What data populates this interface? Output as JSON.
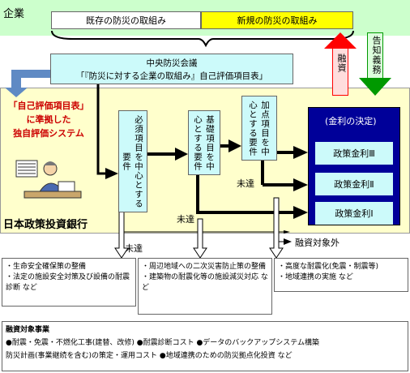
{
  "company_label": "企業",
  "existing_label": "既存の防災の取組み",
  "new_label": "新規の防災の取組み",
  "financing_arrow_label": "融資",
  "notice_arrow_label": "告知義務",
  "council": {
    "line1": "中央防災会議",
    "line2": "「『防災に対する企業の取組み』自己評価項目表」"
  },
  "self_eval_text": {
    "line1": "「自己評価項目表」",
    "line2": "に準拠した",
    "line3": "独自評価システム"
  },
  "bank_name": "日本政策投資銀行",
  "col1_text": "必須項目を中心とする要件",
  "col2_text": "基礎項目を中心とする要件",
  "col3_text": "加点項目を中心とする要件",
  "rate_box": {
    "title": "(金利の決定)",
    "rates": [
      "政策金利Ⅲ",
      "政策金利Ⅱ",
      "政策金利Ⅰ"
    ]
  },
  "not_met_label": "未達",
  "not_financed_label": "融資対象外",
  "box1_items": [
    "・生命安全確保策の整備",
    "・法定の施設安全対策及び設備の耐震診断 など"
  ],
  "box2_items": [
    "・周辺地域への二次災害防止策の整備",
    "・建築物の耐震化等の施設減災対応 など"
  ],
  "box3_items": [
    "・高度な耐震化(免震・制震等)",
    "・地域連携の実施 など"
  ],
  "financing_box": {
    "title": "融資対象事業",
    "line1": "●耐震・免震・不燃化工事(建替、改修) ●耐震診断コスト ●データのバックアップシステム構築",
    "line2": "防災計画(事業継続を含む)の策定・運用コスト ●地域連携のための防災拠点化投資 など"
  },
  "colors": {
    "company_band": "#ccffcc",
    "bank_panel": "#ffffcc",
    "new_box": "#ffff00",
    "cyan_box": "#ccfafa",
    "rate_panel": "#000099",
    "arrow_dark": "#000080",
    "accent_red": "#cc0000",
    "financing_red_arrow": "#ff0000",
    "notice_green_arrow": "#009900",
    "light_blue_arrow": "#5f8ac4"
  }
}
